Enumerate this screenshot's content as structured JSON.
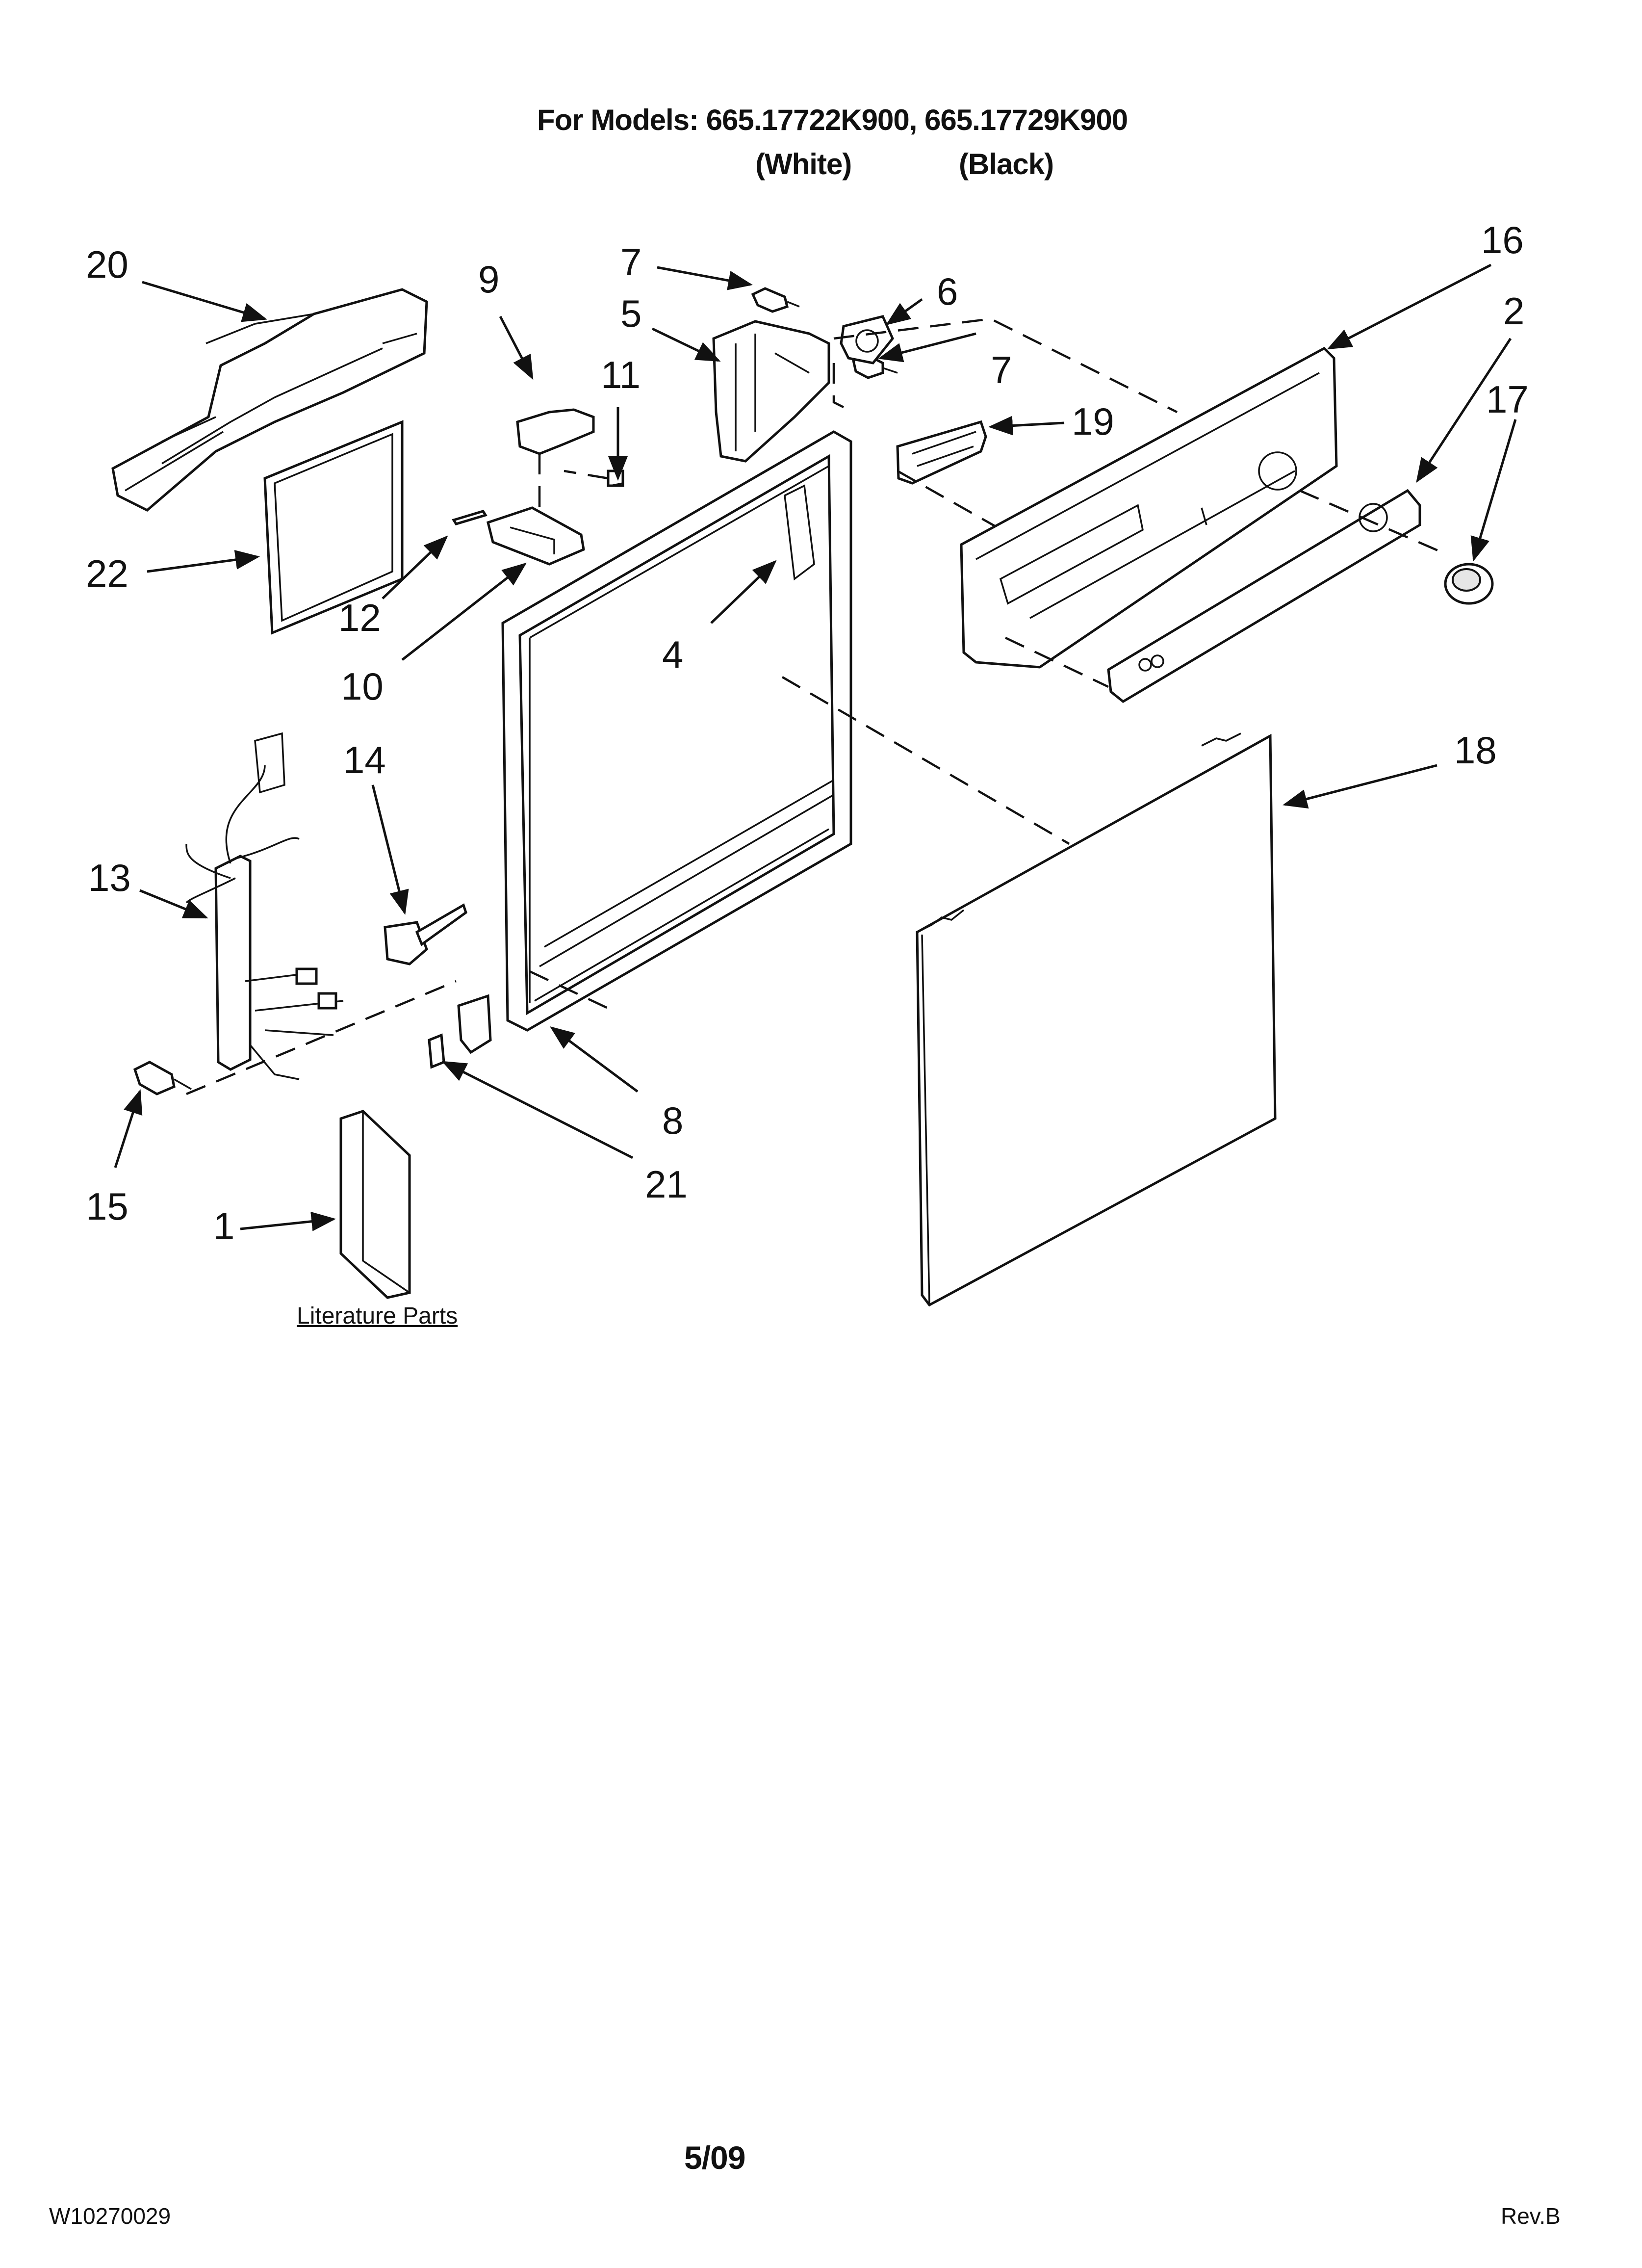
{
  "header": {
    "models_label": "For Models: 665.17722K900, 665.17729K900",
    "white_label": "(White)",
    "black_label": "(Black)"
  },
  "callouts": {
    "c20": "20",
    "c9": "9",
    "c7a": "7",
    "c5": "5",
    "c6": "6",
    "c16": "16",
    "c2": "2",
    "c11": "11",
    "c7b": "7",
    "c19": "19",
    "c17": "17",
    "c22": "22",
    "c12": "12",
    "c10": "10",
    "c4": "4",
    "c14": "14",
    "c18": "18",
    "c13": "13",
    "c8": "8",
    "c21": "21",
    "c15": "15",
    "c1": "1"
  },
  "literature_label": "Literature Parts",
  "footer": {
    "date": "5/09",
    "doc_number": "W10270029",
    "revision": "Rev.B"
  }
}
